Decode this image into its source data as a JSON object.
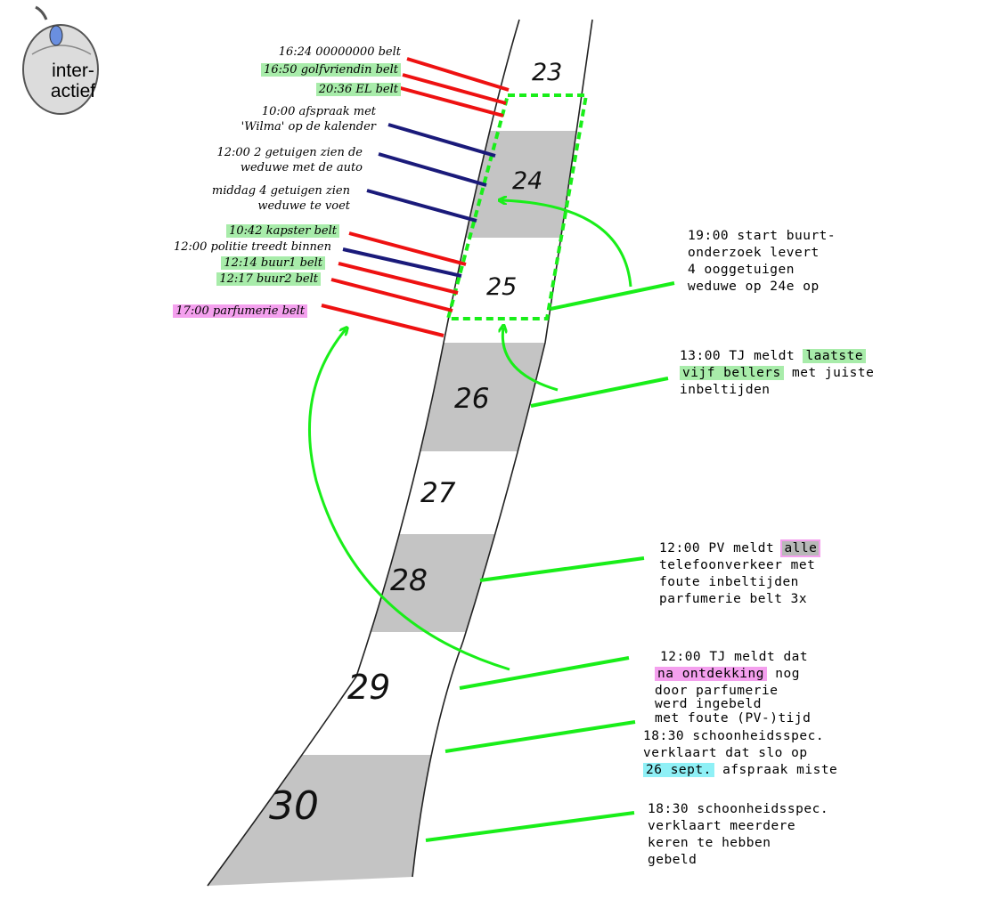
{
  "badge": {
    "line1": "inter-",
    "line2": "actief",
    "icon": "mouse-icon"
  },
  "colors": {
    "red": "#ee1111",
    "navy": "#1a1a7a",
    "green": "#19ee19",
    "band_gray": "#c4c4c4"
  },
  "day_numbers": [
    "23",
    "24",
    "25",
    "26",
    "27",
    "28",
    "29",
    "30"
  ],
  "left_events": [
    {
      "text": "16:24 00000000 belt",
      "highlight": "none",
      "line": "red"
    },
    {
      "text": "16:50 golfvriendin belt",
      "highlight": "green",
      "line": "red"
    },
    {
      "text": "20:36 EL belt",
      "highlight": "green",
      "line": "red"
    },
    {
      "text": "10:00 afspraak met",
      "text2": "'Wilma' op de kalender",
      "highlight": "none",
      "line": "navy"
    },
    {
      "text": "12:00 2 getuigen zien de",
      "text2": "weduwe met de auto",
      "highlight": "none",
      "line": "navy"
    },
    {
      "text": "middag 4 getuigen zien",
      "text2": "weduwe te voet",
      "highlight": "none",
      "line": "navy"
    },
    {
      "text": "10:42 kapster belt",
      "highlight": "green",
      "line": "red"
    },
    {
      "text": "12:00 politie treedt binnen",
      "highlight": "none",
      "line": "navy"
    },
    {
      "text": "12:14 buur1 belt",
      "highlight": "green",
      "line": "red"
    },
    {
      "text": "12:17 buur2 belt",
      "highlight": "green",
      "line": "red"
    },
    {
      "text": "17:00 parfumerie belt",
      "highlight": "pink",
      "line": "red"
    }
  ],
  "right_events": [
    {
      "lines": [
        "19:00 start buurt-",
        "onderzoek levert",
        "4 ooggetuigen",
        "weduwe op 24e op"
      ]
    },
    {
      "l1_pre": "13:00 TJ meldt ",
      "l1_hl": "laatste",
      "l2_hl": "vijf bellers",
      "l2_post": " met juiste",
      "l3": "inbeltijden"
    },
    {
      "l1_pre": "12:00 PV meldt ",
      "l1_hl": "alle",
      "l2": "telefoonverkeer met",
      "l3": "foute inbeltijden",
      "l4": "parfumerie belt 3x"
    },
    {
      "l1": "12:00 TJ meldt dat",
      "l2_hl": "na ontdekking",
      "l2_post": " nog",
      "l3": "door parfumerie",
      "l4": "werd ingebeld",
      "l5": "met foute (PV-)tijd"
    },
    {
      "l1": "18:30 schoonheidsspec.",
      "l2": "verklaart dat slo op",
      "l3_hl": "26 sept.",
      "l3_post": " afspraak miste"
    },
    {
      "lines": [
        "18:30 schoonheidsspec.",
        "verklaart meerdere",
        "keren te hebben",
        "gebeld"
      ]
    }
  ]
}
